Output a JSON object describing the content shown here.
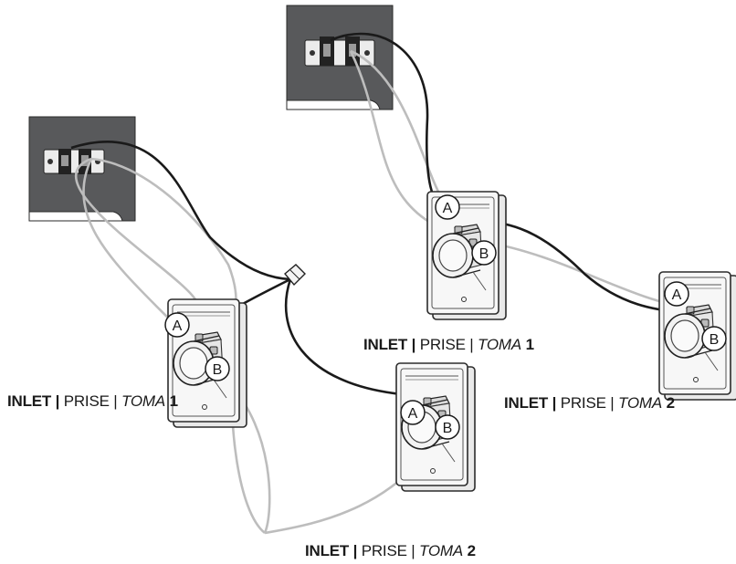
{
  "inlet_labels": {
    "wire_a": "A",
    "wire_b": "B"
  },
  "captions": {
    "left_inlet_1": {
      "word1": "INLET |",
      "word2": "PRISE |",
      "word3": "TOMA",
      "num": "1"
    },
    "left_inlet_2": {
      "word1": "INLET |",
      "word2": "PRISE |",
      "word3": "TOMA",
      "num": "2"
    },
    "right_inlet_1": {
      "word1": "INLET |",
      "word2": "PRISE |",
      "word3": "TOMA",
      "num": "1"
    },
    "right_inlet_2": {
      "word1": "INLET |",
      "word2": "PRISE |",
      "word3": "TOMA",
      "num": "2"
    }
  },
  "colors": {
    "wire_black": "#1a1a1a",
    "wire_grey": "#bdbdbd",
    "unit_panel": "#58595b",
    "plate_fill": "#f4f4f4",
    "plate_stroke": "#2b2b2b"
  },
  "icons": {
    "central_unit": "power-unit-terminal-block-icon",
    "wire_nut": "wire-connector-icon",
    "inlet_valve": "vacuum-inlet-valve-icon"
  }
}
